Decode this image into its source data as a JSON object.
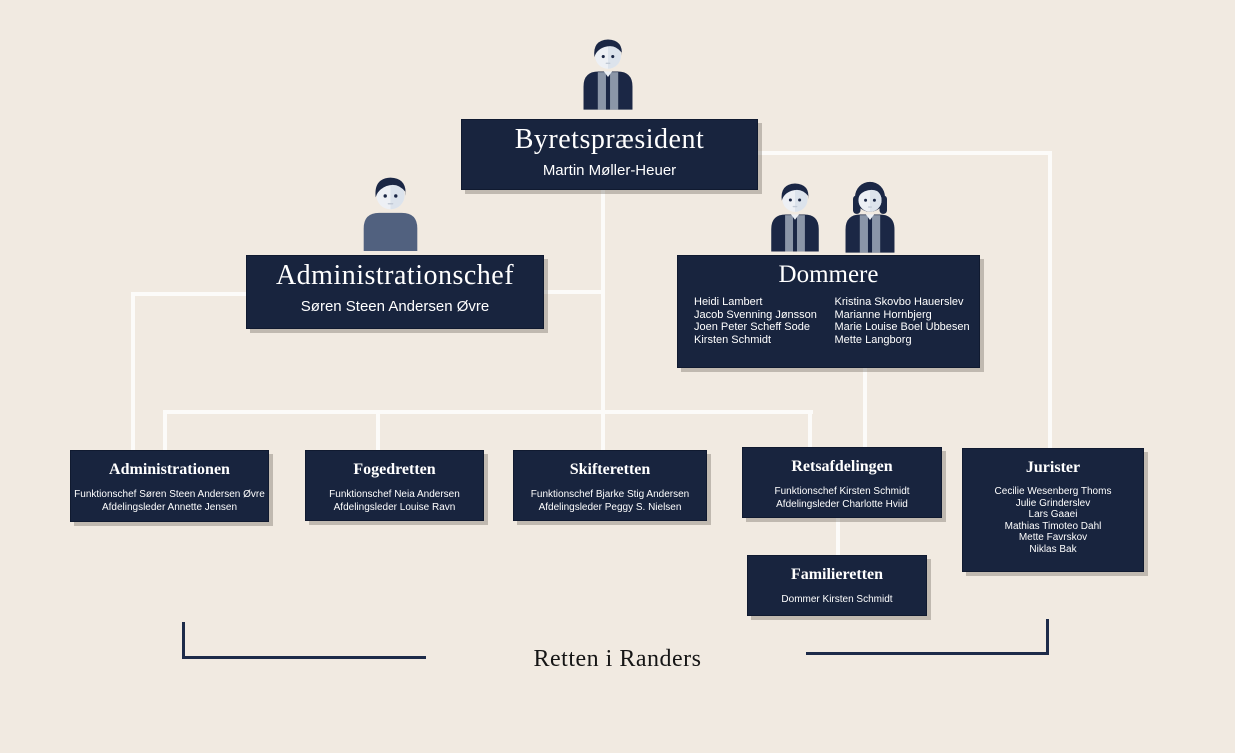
{
  "org": {
    "president": {
      "title": "Byretspræsident",
      "name": "Martin Møller-Heuer"
    },
    "admin_chief": {
      "title": "Administrationschef",
      "name": "Søren Steen Andersen Øvre"
    },
    "judges": {
      "title": "Dommere",
      "col1": [
        "Heidi Lambert",
        "Jacob Svenning Jønsson",
        "Joen Peter Scheff Sode",
        "Kirsten Schmidt"
      ],
      "col2": [
        "Kristina Skovbo Hauerslev",
        "Marianne Hornbjerg",
        "Marie Louise Boel Ubbesen",
        "Mette Langborg"
      ]
    },
    "administration": {
      "title": "Administrationen",
      "line1": "Funktionschef Søren Steen Andersen Øvre",
      "line2": "Afdelingsleder Annette Jensen"
    },
    "enforcement_court": {
      "title": "Fogedretten",
      "line1": "Funktionschef Neia Andersen",
      "line2": "Afdelingsleder Louise Ravn"
    },
    "probate_court": {
      "title": "Skifteretten",
      "line1": "Funktionschef Bjarke Stig Andersen",
      "line2": "Afdelingsleder Peggy S. Nielsen"
    },
    "court_department": {
      "title": "Retsafdelingen",
      "line1": "Funktionschef Kirsten Schmidt",
      "line2": "Afdelingsleder Charlotte Hviid"
    },
    "lawyers": {
      "title": "Jurister",
      "names": [
        "Cecilie Wesenberg Thoms",
        "Julie Grinderslev",
        "Lars Gaaei",
        "Mathias Timoteo Dahl",
        "Mette Favrskov",
        "Niklas Bak"
      ]
    },
    "family_court": {
      "title": "Familieretten",
      "line1": "Dommer Kirsten Schmidt"
    }
  },
  "footer": {
    "title": "Retten i Randers"
  },
  "icons": {
    "president": "person-male-striped-shirt",
    "admin_chief": "person-male-plain-sweater",
    "judges_male": "person-male-striped-shirt",
    "judges_female": "person-female-striped-shirt"
  },
  "colors": {
    "background": "#f1eae1",
    "box": "#18243e",
    "box_text": "#ffffff",
    "connector": "#fcfbf9",
    "bracket": "#1d2b49",
    "footer_text": "#161616",
    "avatar_hair": "#1b2745",
    "avatar_face": "#edf0f5",
    "avatar_sweater": "#51617f",
    "avatar_stripe": "#8b96a8"
  }
}
